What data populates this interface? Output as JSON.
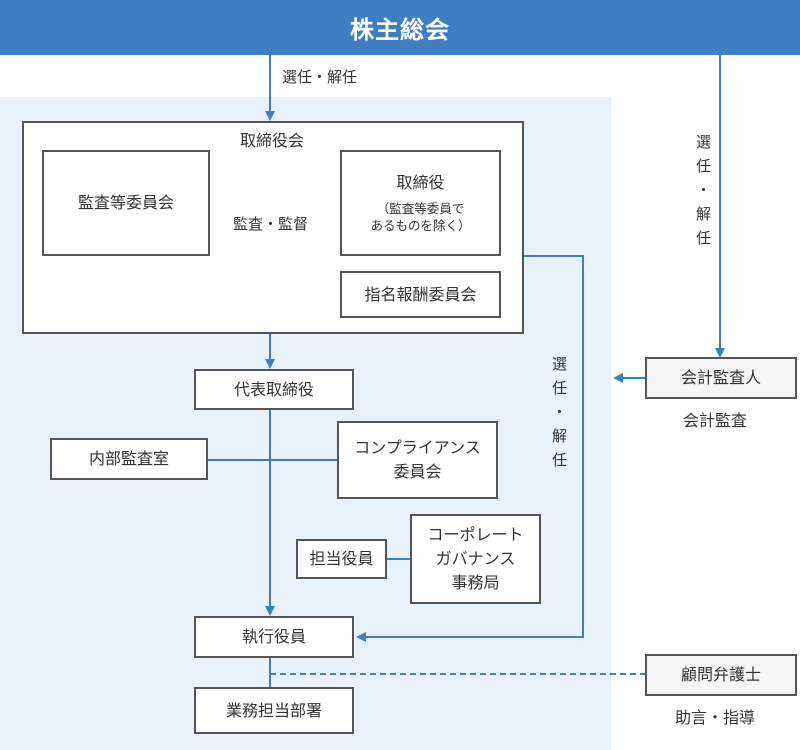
{
  "header": {
    "title": "株主総会"
  },
  "labels": {
    "elect_dismiss_top": "選任・解任",
    "audit_supervise": "監査・監督",
    "accounting_audit": "会計監査",
    "advice_guidance": "助言・指導"
  },
  "vertical_labels": {
    "right": [
      "選",
      "任",
      "・",
      "解",
      "任"
    ],
    "middle": [
      "選",
      "任",
      "・",
      "解",
      "任"
    ]
  },
  "nodes": {
    "board": "取締役会",
    "audit_committee": "監査等委員会",
    "directors": "取締役",
    "directors_note_line1": "（監査等委員で",
    "directors_note_line2": "あるものを除く）",
    "nomination_committee": "指名報酬委員会",
    "representative_director": "代表取締役",
    "internal_audit": "内部監査室",
    "compliance_line1": "コンプライアンス",
    "compliance_line2": "委員会",
    "officer_in_charge": "担当役員",
    "governance_line1": "コーポレート",
    "governance_line2": "ガバナンス",
    "governance_line3": "事務局",
    "executive_officers": "執行役員",
    "business_departments": "業務担当部署",
    "accounting_auditor": "会計監査人",
    "legal_advisor": "顧問弁護士"
  },
  "colors": {
    "accent": "#3e7ec1",
    "panel": "#e9f1fa",
    "border": "#555555"
  }
}
